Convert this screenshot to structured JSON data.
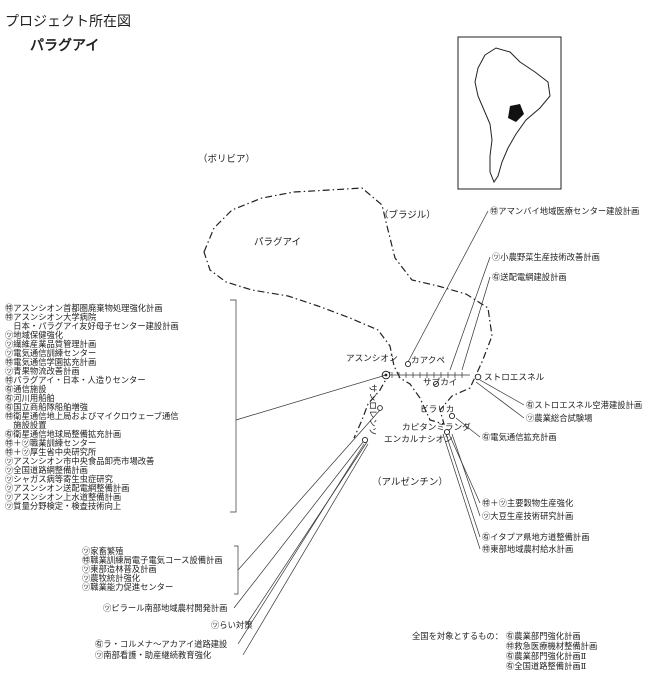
{
  "header": {
    "title": "プロジェクト所在図",
    "country": "パラグアイ"
  },
  "regions": {
    "bolivia": "（ボリビア）",
    "brazil": "（ブラジル）",
    "argentina": "（アルゼンチン）",
    "paraguay": "パラグアイ"
  },
  "cities": {
    "asuncion": "アスンシオン",
    "caacupe": "カアクペ",
    "sapucai": "サプカイ",
    "san_lorenzo": "サンロレンソ",
    "stroessner": "ストロエスネル",
    "villarrica": "ビラリカ",
    "capitan_miranda": "カピタンミランダ",
    "encarnacion": "エンカルナシオン"
  },
  "left_group_1": [
    "㊕アスンシオン首都圏廃棄物処理強化計画",
    "㊕アスンシオン大学病院",
    "　日本・パラグアイ友好母子センター建設計画",
    "㋡地域保健強化",
    "㋡繊維産業品質管理計画",
    "㋡電気通信訓練センター",
    "㊕電気通信学園拡充計画",
    "㋡青果物流改善計画",
    "㊕パラグアイ・日本・人造りセンター",
    "㊒通信施設",
    "㊒河川用船舶",
    "㊒国立商船隊船舶増強",
    "㊕衛星通信地上局およびマイクロウェーブ通信",
    "　施設設置",
    "㊒衛星通信地球局整備拡充計画",
    "㊕＋㋡職業訓練センター",
    "㊕＋㋡厚生省中央研究所",
    "㋡アスンシオン市中央食品卸売市場改善",
    "㋡全国道路網整備計画",
    "㋡シャガス病等寄生虫症研究",
    "㋡アスンシオン送配電網整備計画",
    "㋡アスンシオン上水道整備計画",
    "㋡質量分野検定・検査技術向上"
  ],
  "left_group_2": [
    "㋡家畜繁殖",
    "㊕職業訓練局電子電気コース設備計画",
    "㋡東部造林普及計画",
    "㋡農牧統計強化",
    "㋡職業能力促進センター"
  ],
  "left_single": {
    "pilar": "㋡ピラール南部地域農村開発計画",
    "leprosy": "㋡らい対策",
    "road": "㊒ラ・コルメナ～アカアイ道路建設",
    "nursing": "㋡南部看護・助産継続教育強化"
  },
  "right_labels": {
    "amambay": "㊕アマンバイ地域医療センター建設計画",
    "small_farm": "㋡小農野菜生産技術改善計画",
    "power_grid": "㊒送配電網建設計画",
    "airport": "㊒ストロエスネル空港建設計画",
    "agri_station": "㋡農業総合試験場",
    "telecom": "㊒電気通信拡充計画",
    "grain": "㊕＋㋡主要穀物生産強化",
    "soybean": "㋡大豆生産技術研究計画",
    "itapua": "㊒イタプア県地方道整備計画",
    "irrigation": "㊕東部地域農村給水計画"
  },
  "nationwide": {
    "prefix": "全国を対象とするもの：",
    "items": [
      "㊒農業部門強化計画",
      "㊕救急医療機材整備計画",
      "㊒農業部門強化計画Ⅱ",
      "㊒全国道路整備計画Ⅱ"
    ]
  }
}
